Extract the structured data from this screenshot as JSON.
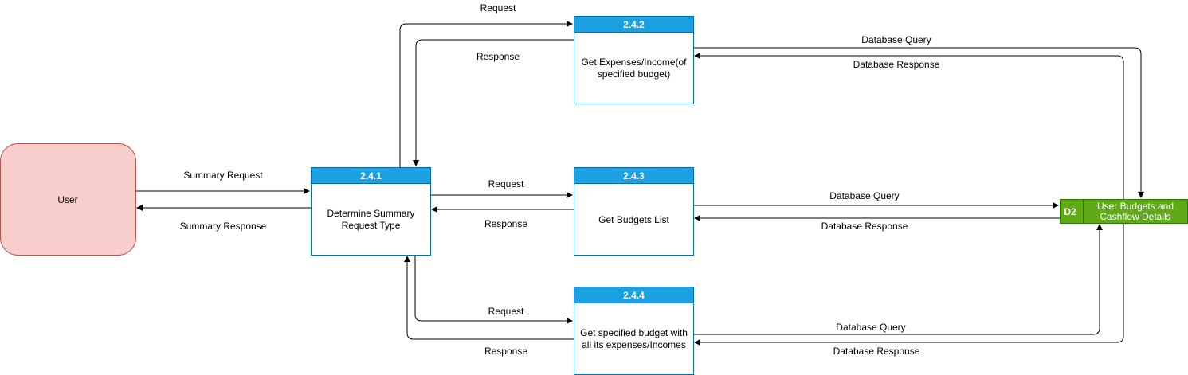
{
  "colors": {
    "entity_fill": "#f8cecc",
    "entity_stroke": "#b85450",
    "process_header": "#1ba1e2",
    "process_stroke": "#006eaf",
    "store_fill": "#60a917",
    "store_stroke": "#2d7600"
  },
  "entity": {
    "label": "User"
  },
  "processes": {
    "p241": {
      "id": "2.4.1",
      "lines": [
        "Determine Summary",
        "Request Type"
      ]
    },
    "p242": {
      "id": "2.4.2",
      "lines": [
        "Get Expenses/Income(of",
        "specified budget)"
      ]
    },
    "p243": {
      "id": "2.4.3",
      "lines": [
        "Get Budgets List"
      ]
    },
    "p244": {
      "id": "2.4.4",
      "lines": [
        "Get specified budget with",
        "all its expenses/Incomes"
      ]
    }
  },
  "data_store": {
    "id": "D2",
    "lines": [
      "User Budgets and",
      "Cashflow Details"
    ]
  },
  "flows": {
    "summary_request": "Summary Request",
    "summary_response": "Summary Response",
    "p242_request": "Request",
    "p242_response": "Response",
    "p243_request": "Request",
    "p243_response": "Response",
    "p244_request": "Request",
    "p244_response": "Response",
    "d2_p242_query": "Database Query",
    "d2_p242_response": "Database Response",
    "d2_p243_query": "Database Query",
    "d2_p243_response": "Database Response",
    "d2_p244_query": "Database Query",
    "d2_p244_response": "Database Response"
  }
}
